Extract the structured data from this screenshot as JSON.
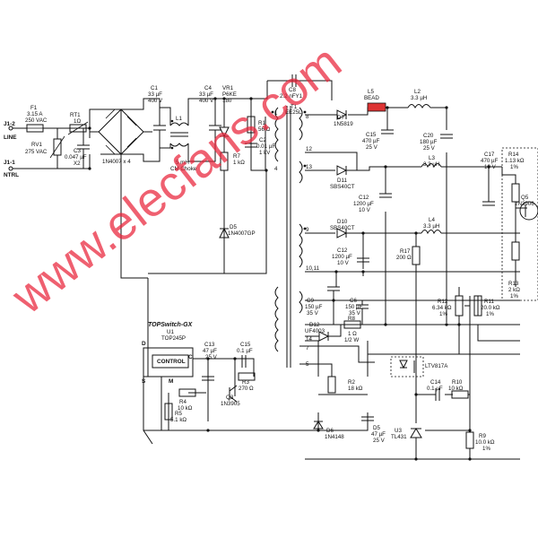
{
  "watermark": {
    "text": "www.elecfans.com",
    "color": "#e9243a"
  },
  "labels": {
    "j12": "J1-2",
    "line": "LINE",
    "j11": "J1-1",
    "ntrl": "NTRL",
    "f1_name": "F1",
    "f1_val1": "3.15 A",
    "f1_val2": "250 VAC",
    "rv1_name": "RV1",
    "rv1_val": "275 VAC",
    "rt1_name": "RT1",
    "rt1_val": "1Ω",
    "c3_name": "C3",
    "c3_val1": "0.047 µF",
    "c3_val2": "X2",
    "bridge": "1N4007 x 4",
    "c1_name": "C1",
    "c1_val1": "33 µF",
    "c1_val2": "400 V",
    "l1_name": "L1",
    "l1_val1": "5 mH",
    "l1_val2": "CM Choke",
    "c4_name": "C4",
    "c4_val1": "33 µF",
    "c4_val2": "400 V",
    "vr1_name": "VR1",
    "vr1_val1": "P6KE",
    "vr1_val2": "180",
    "r7_name": "R7",
    "r7_val": "1 kΩ",
    "d5_name": "D5",
    "d5_val": "1N4007GP",
    "r1_name": "R1",
    "r1_val": "56 Ω",
    "c2_name": "C2",
    "c2_val1": "0.01 µF",
    "c2_val2": "1 kV",
    "c8_name": "C8",
    "c8_val": "2.2 nFY1",
    "t1_name": "T1",
    "t1_val": "EE25L",
    "pin1": "1",
    "pin8": "8",
    "pin12": "12",
    "pin4": "4",
    "pin13": "13",
    "pin9": "9",
    "pin1011": "10,11",
    "pin14": "14",
    "pin7": "7",
    "pin5": "5",
    "d7_name": "D7",
    "d7_val": "1N5819",
    "l5_name": "L5",
    "l5_val": "BEAD",
    "l2_name": "L2",
    "l2_val": "3.3 µH",
    "c15a_name": "C15",
    "c15a_val1": "470 µF",
    "c15a_val2": "25 V",
    "c20_name": "C20",
    "c20_val1": "180 µF",
    "c20_val2": "25 V",
    "d11_name": "D11",
    "d11_val": "SBS40CT",
    "c12a_name": "C12",
    "c12a_val1": "1200 µF",
    "c12a_val2": "10 V",
    "l3_name": "L3",
    "l3_val": "3.3 µH",
    "c17_name": "C17",
    "c17_val1": "470 µF",
    "c17_val2": "10 V",
    "d10_name": "D10",
    "d10_val": "SBS40CT",
    "c12b_name": "C12",
    "c12b_val1": "1200 µF",
    "c12b_val2": "10 V",
    "l4_name": "L4",
    "l4_val": "3.3 µH",
    "r17_name": "R17",
    "r17_val": "200 Ω",
    "r14_name": "R14",
    "r14_val1": "1.13 kΩ",
    "r14_val2": "1%",
    "q5_name": "Q5",
    "q5_val": "2N3906",
    "r13_name": "R13",
    "r13_val1": "2 kΩ",
    "r13_val2": "1%",
    "r12_name": "R12",
    "r12_val1": "6.34 kΩ",
    "r12_val2": "1%",
    "r11_name": "R11",
    "r11_val1": "20.0 kΩ",
    "r11_val2": "1%",
    "c9_name": "C9",
    "c9_val1": "150 µF",
    "c9_val2": "35 V",
    "c6_name": "C6",
    "c6_val1": "150 µF",
    "c6_val2": "35 V",
    "d12_name": "D12",
    "d12_val": "UF4003",
    "r8_name": "R8",
    "r8_val1": "1 Ω",
    "r8_val2": "1/2 W",
    "topswitch": "TOPSwitch-GX",
    "u1_name": "U1",
    "u1_val": "TOP245P",
    "control": "CONTROL",
    "pin_d": "D",
    "pin_c": "C",
    "pin_s": "S",
    "pin_m": "M",
    "c13_name": "C13",
    "c13_val1": "47 µF",
    "c13_val2": "25 V",
    "c16_name": "C15",
    "c16_val": "0.1 µF",
    "r3_name": "R3",
    "r3_val": "270 Ω",
    "q3_name": "Q3",
    "q3_val": "1N3905",
    "r4_name": "R4",
    "r4_val": "10 kΩ",
    "r5_name": "R5",
    "r5_val": "5.1 kΩ",
    "r2_name": "R2",
    "r2_val": "18 kΩ",
    "u2_name": "LTV817A",
    "c14_name": "C14",
    "c14_val": "0.1 µF",
    "r10_name": "R10",
    "r10_val": "10 kΩ",
    "d6_name": "D6",
    "d6_val": "1N4148",
    "d8_name": "D5",
    "d8_val1": "47 µF",
    "d8_val2": "25 V",
    "u3_name": "U3",
    "u3_val": "TL431",
    "r9_name": "R9",
    "r9_val1": "10.0 kΩ",
    "r9_val2": "1%"
  }
}
